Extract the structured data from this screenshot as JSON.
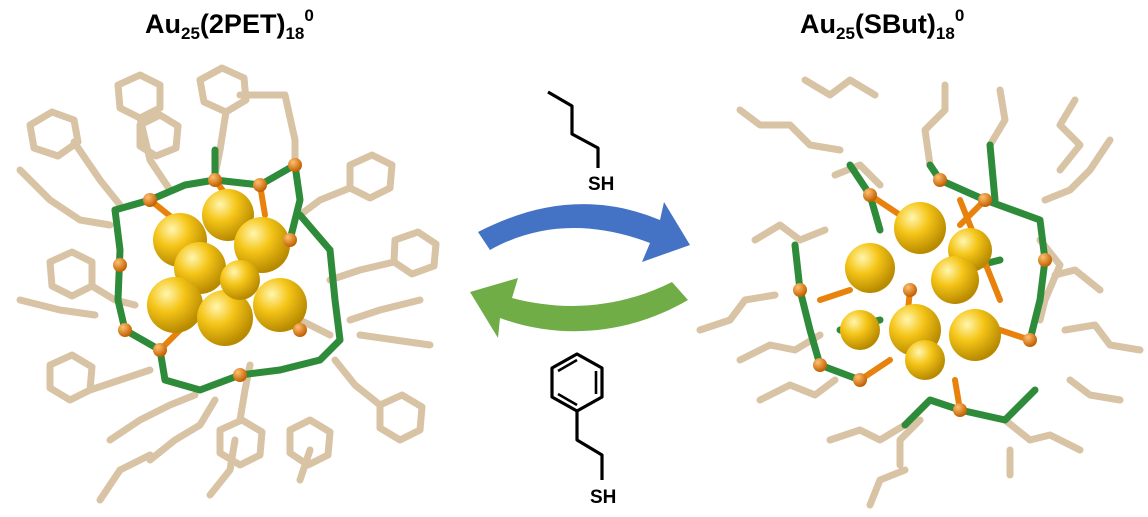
{
  "left_cluster": {
    "title_main": "Au",
    "title_sub1": "25",
    "title_mid": "(2PET)",
    "title_sub2": "18",
    "title_sup": "0"
  },
  "right_cluster": {
    "title_main": "Au",
    "title_sub1": "25",
    "title_mid": "(SBut)",
    "title_sub2": "18",
    "title_sup": "0"
  },
  "top_reagent": {
    "label": "SH"
  },
  "bottom_reagent": {
    "label": "SH"
  },
  "colors": {
    "forward_arrow": "#4472c4",
    "reverse_arrow": "#70ad47",
    "gold_atom": "#f5c518",
    "sulfur": "#e8820c",
    "ligand_bond": "#2e8b3a",
    "ligand_tail": "#d8c3a5"
  }
}
